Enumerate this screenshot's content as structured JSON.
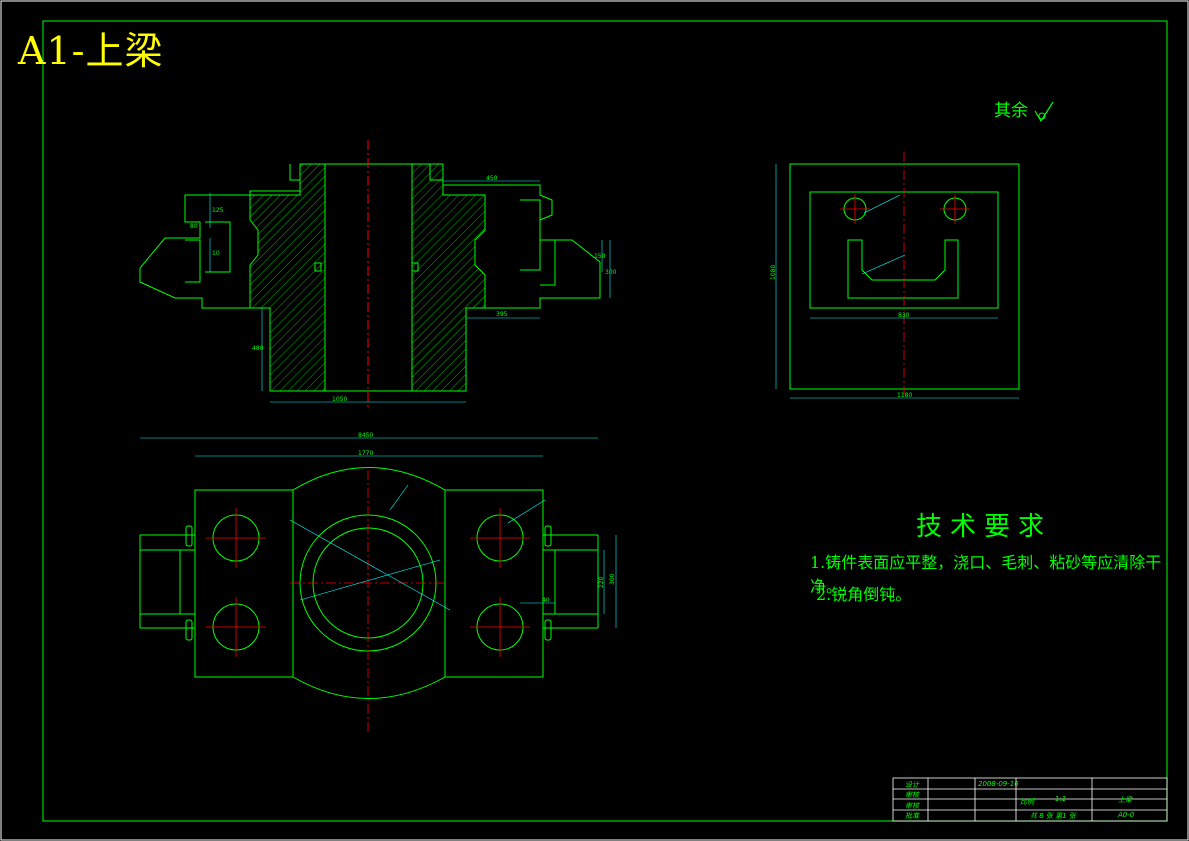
{
  "title": "A1-上梁",
  "roughness_note": "其余",
  "roughness_icon": "surface-finish-check-icon",
  "technical_requirements": {
    "heading": "技术要求",
    "items": [
      "1.铸件表面应平整，浇口、毛刺、粘砂等应清除干净。",
      "2.锐角倒钝。"
    ]
  },
  "dimensions": {
    "front": {
      "d450": "450",
      "d395": "395",
      "d1050": "1050",
      "d480": "480",
      "d300": "300",
      "d150": "150",
      "d125": "125",
      "d10": "10",
      "d80": "80"
    },
    "side": {
      "d1180": "1180",
      "d830": "830",
      "d1080": "1080"
    },
    "top": {
      "d8450": "8450",
      "d1770": "1770",
      "d300": "300",
      "d220": "220",
      "d40": "40"
    }
  },
  "title_block": {
    "design": "设计",
    "review": "审核",
    "check": "审核",
    "approve": "批准",
    "date": "2008-09-16",
    "scale_label": "比例",
    "scale_value": "1:1",
    "part_name": "上梁",
    "sheet_info": "共 8 张 第1 张",
    "drawing_no": "A0-0"
  },
  "colors": {
    "line": "#00ff00",
    "center": "#ff0000",
    "title": "#ffff00",
    "dim": "#00ffff",
    "frame": "#ffffff"
  }
}
